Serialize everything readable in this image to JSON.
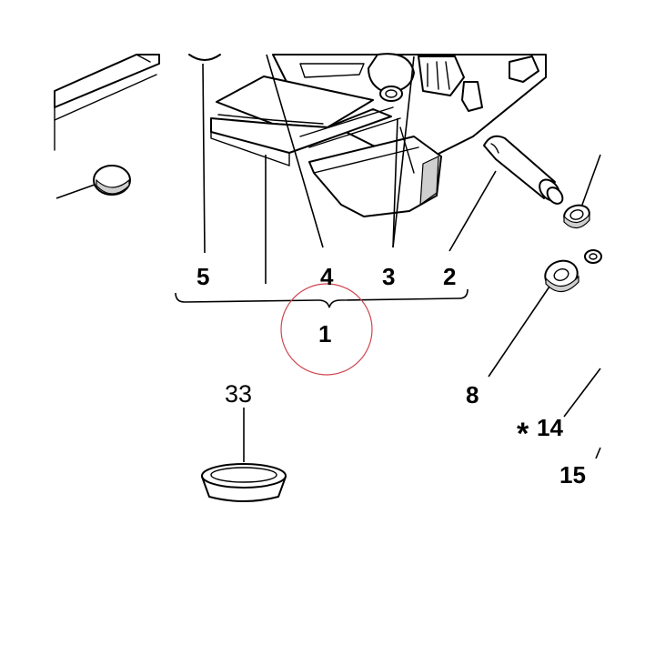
{
  "callouts": {
    "c1": "1",
    "c2": "2",
    "c3": "3",
    "c4": "4",
    "c5": "5",
    "c8": "8",
    "c14": "14",
    "c14_mark": "*",
    "c15": "15",
    "c33": "33"
  },
  "colors": {
    "highlight_circle": "#d0454f",
    "line": "#000000",
    "shade": "#cfcfcf"
  }
}
